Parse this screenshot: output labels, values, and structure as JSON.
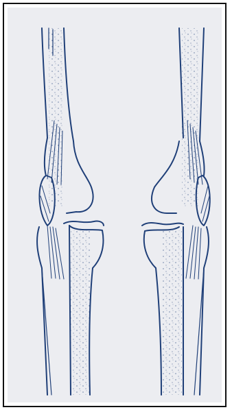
{
  "figure": {
    "subject": "knee joints",
    "panels": [
      {
        "name": "left-knee",
        "icon": "leg-bones-icon"
      },
      {
        "name": "right-knee",
        "icon": "leg-bones-icon"
      }
    ]
  },
  "colors": {
    "ink": "#1f3f78",
    "paper": "#ecedf1",
    "frame": "#111111",
    "background": "#ffffff"
  }
}
